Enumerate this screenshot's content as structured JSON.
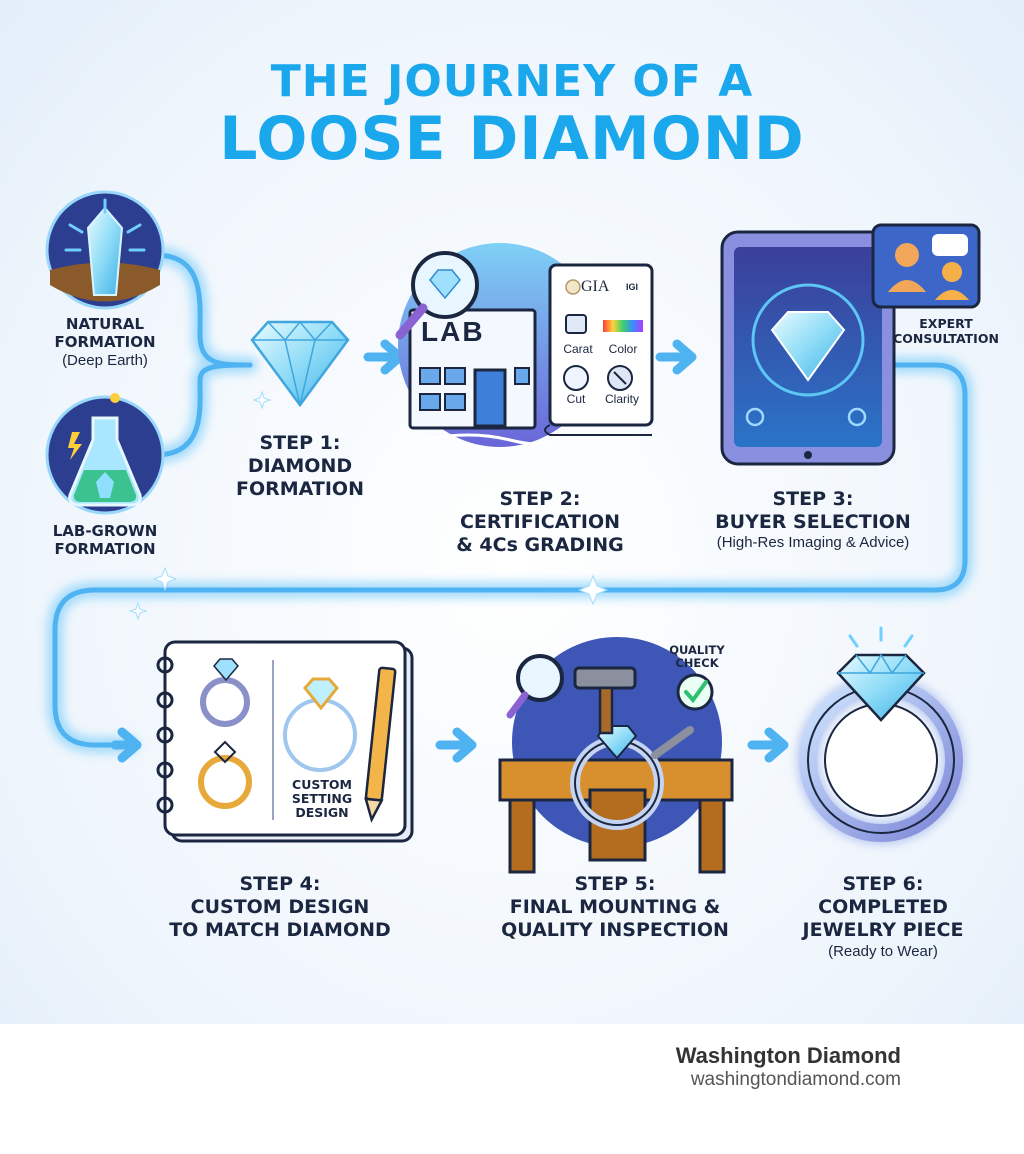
{
  "title": {
    "line1": "THE JOURNEY OF A",
    "line2": "LOOSE DIAMOND"
  },
  "origins": {
    "natural": {
      "line1": "NATURAL",
      "line2": "FORMATION",
      "sub": "(Deep Earth)"
    },
    "lab": {
      "line1": "LAB-GROWN",
      "line2": "FORMATION"
    }
  },
  "steps": [
    {
      "step": "STEP 1:",
      "line1": "DIAMOND",
      "line2": "FORMATION"
    },
    {
      "step": "STEP 2:",
      "line1": "CERTIFICATION",
      "line2": "& 4Cs GRADING"
    },
    {
      "step": "STEP 3:",
      "line1": "BUYER SELECTION",
      "sub": "(High-Res Imaging & Advice)"
    },
    {
      "step": "STEP 4:",
      "line1": "CUSTOM DESIGN",
      "line2": "TO MATCH DIAMOND"
    },
    {
      "step": "STEP 5:",
      "line1": "FINAL MOUNTING &",
      "line2": "QUALITY INSPECTION"
    },
    {
      "step": "STEP 6:",
      "line1": "COMPLETED",
      "line2": "JEWELRY PIECE",
      "sub": "(Ready to Wear)"
    }
  ],
  "certificate": {
    "lab_sign": "LAB",
    "gia": "GIA",
    "igi": "IGI",
    "carat": "Carat",
    "color": "Color",
    "cut": "Cut",
    "clarity": "Clarity"
  },
  "expert": {
    "line1": "EXPERT",
    "line2": "CONSULTATION"
  },
  "design_note": {
    "line1": "CUSTOM",
    "line2": "SETTING",
    "line3": "DESIGN"
  },
  "quality": {
    "line1": "QUALITY",
    "line2": "CHECK"
  },
  "footer": {
    "brand": "Washington Diamond",
    "url": "washingtondiamond.com"
  },
  "colors": {
    "title": "#1aa7ec",
    "flow": "#4fb3f2",
    "text": "#1b2740"
  }
}
